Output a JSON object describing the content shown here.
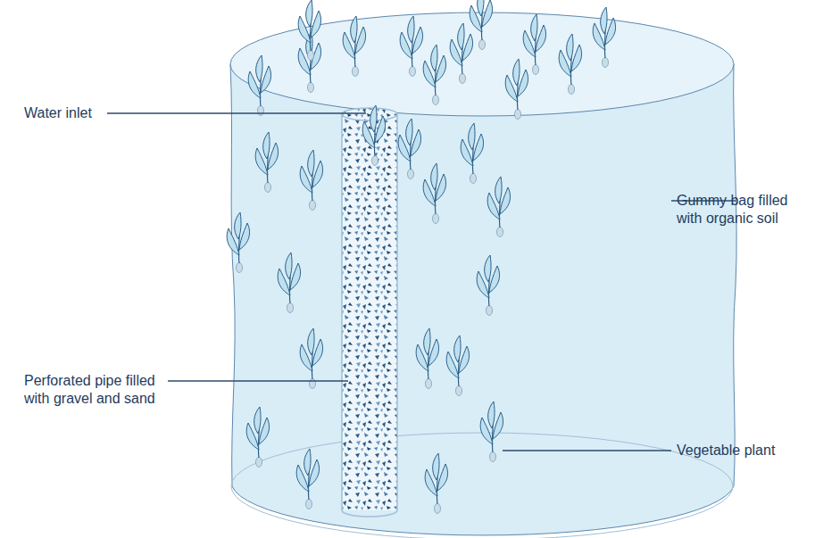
{
  "diagram": {
    "labels": [
      "Water inlet",
      "Gummy bag filled with organic soil",
      "Perforated pipe filled with gravel and sand",
      "Vegetable plant"
    ]
  }
}
